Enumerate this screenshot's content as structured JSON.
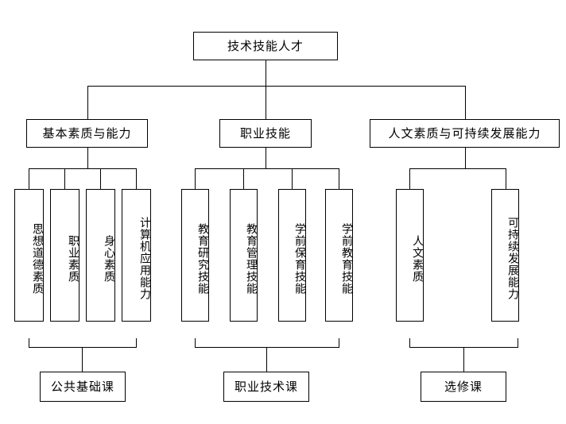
{
  "diagram": {
    "title_node": {
      "label": "技术技能人才"
    },
    "branches": [
      {
        "name": "basic-quality",
        "label": "基本素质与能力",
        "leaves": [
          {
            "label": "思想道德素质"
          },
          {
            "label": "职业素质"
          },
          {
            "label": "身心素质"
          },
          {
            "label": "计算机应用能力"
          }
        ],
        "course": {
          "label": "公共基础课"
        }
      },
      {
        "name": "vocational-skill",
        "label": "职业技能",
        "leaves": [
          {
            "label": "教育研究技能"
          },
          {
            "label": "教育管理技能"
          },
          {
            "label": "学前保育技能"
          },
          {
            "label": "学前教育技能"
          }
        ],
        "course": {
          "label": "职业技术课"
        }
      },
      {
        "name": "humanistic-sustainable",
        "label": "人文素质与可持续发展能力",
        "leaves": [
          {
            "label": "人文素质"
          },
          {
            "label": "可持续发展能力"
          }
        ],
        "course": {
          "label": "选修课"
        }
      }
    ],
    "colors": {
      "line": "#000000",
      "box_fill": "#ffffff",
      "text": "#000000"
    }
  }
}
